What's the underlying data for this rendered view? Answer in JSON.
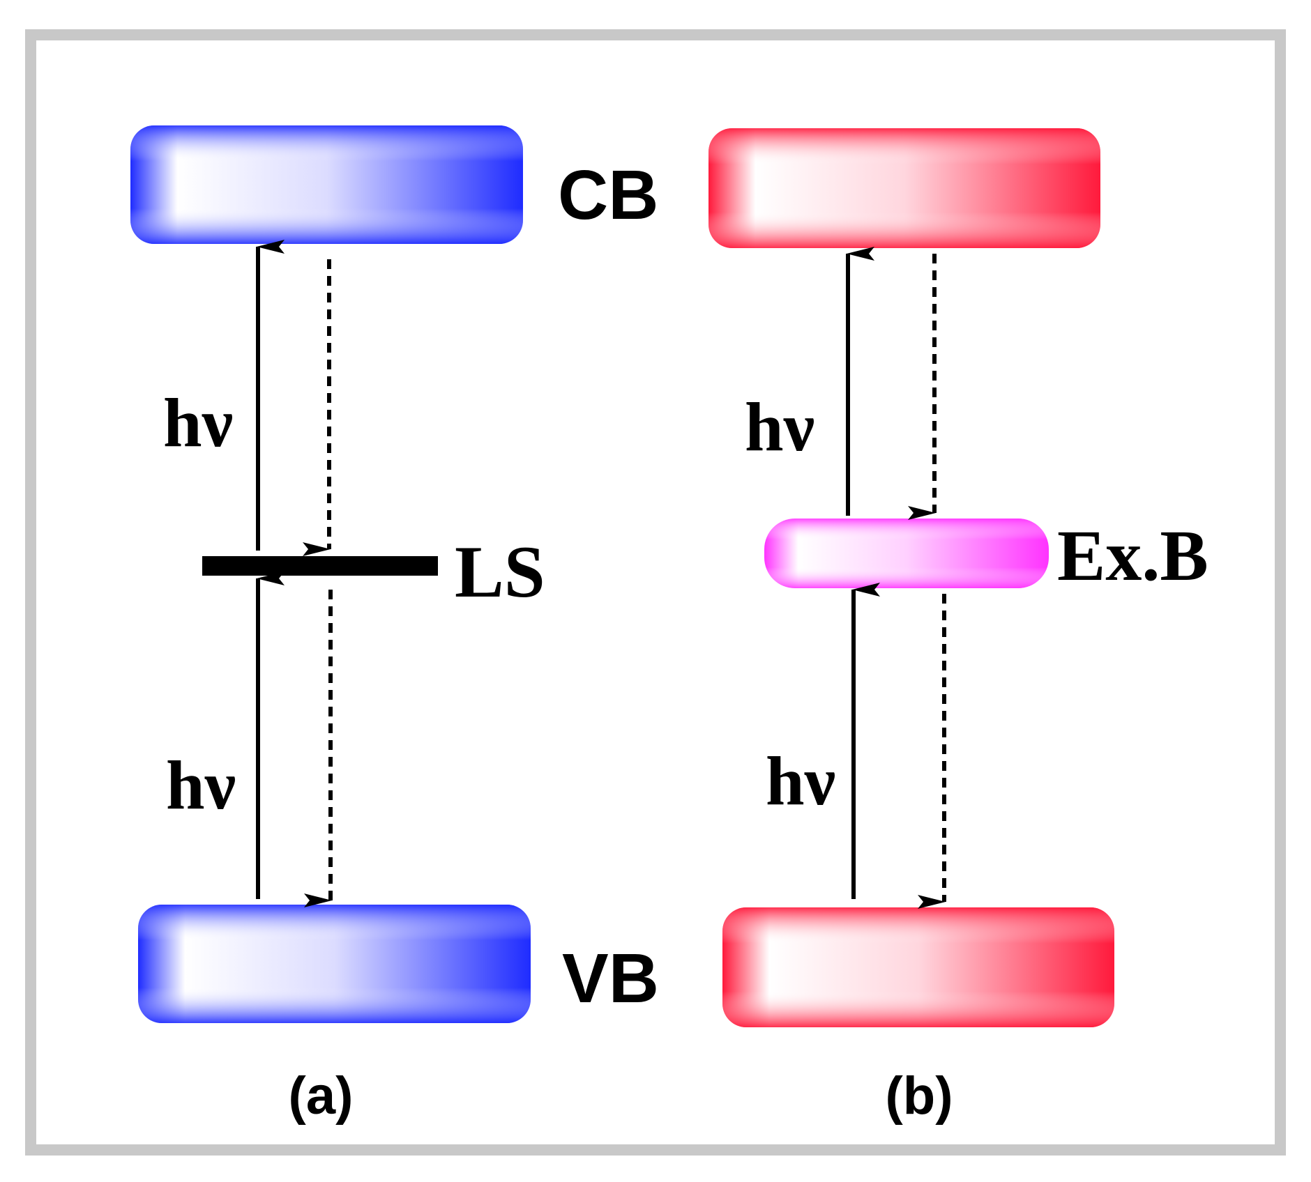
{
  "panel_a": {
    "caption": "(a)",
    "upper_band_label": "CB",
    "lower_band_label": "VB",
    "mid_level_label": "LS",
    "upper_photon_label": "hν",
    "lower_photon_label": "hν"
  },
  "panel_b": {
    "caption": "(b)",
    "mid_level_label": "Ex.B",
    "upper_photon_label": "hν",
    "lower_photon_label": "hν"
  },
  "colors": {
    "panel_a_band": "#1a1aff",
    "panel_b_band": "#ff1a3c",
    "exciton_band": "#ff33ff",
    "arrows": "#000000",
    "frame_border": "#c8c8c8"
  }
}
